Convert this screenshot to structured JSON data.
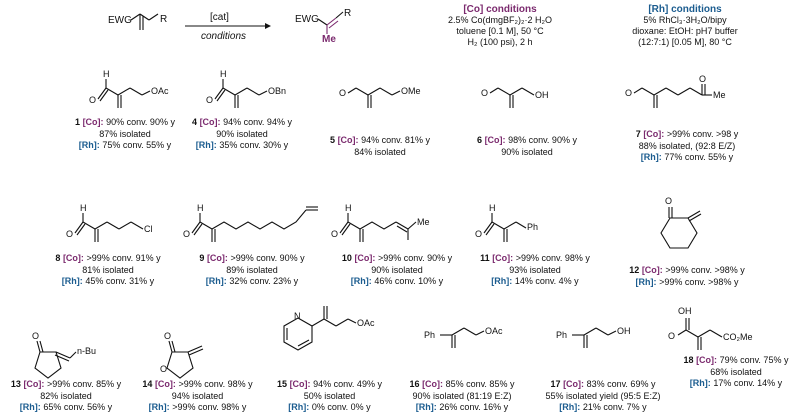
{
  "scheme": {
    "start_ewg": "EWG",
    "start_r": "R",
    "arrow_top": "[cat]",
    "arrow_bottom": "conditions",
    "prod_ewg": "EWG",
    "prod_r": "R",
    "prod_me": "Me"
  },
  "co_conditions": {
    "title": "[Co] conditions",
    "lines": [
      "2.5% Co(dmgBF₂)₂·2 H₂O",
      "toluene [0.1 M], 50 °C",
      "H₂ (100 psi), 2 h"
    ]
  },
  "rh_conditions": {
    "title": "[Rh] conditions",
    "lines": [
      "5% RhCl₃·3H₂O/bipy",
      "dioxane: EtOH: pH7 buffer",
      "(12:7:1) [0.05 M], 80 °C"
    ]
  },
  "colors": {
    "co": "#7b2a6e",
    "rh": "#1b5c8f"
  },
  "atoms": {
    "oac": "OAc",
    "obn": "OBn",
    "ome": "OMe",
    "oh": "OH",
    "me": "Me",
    "cl": "Cl",
    "ph": "Ph",
    "o": "O",
    "h": "H",
    "n": "N",
    "nbu": "n-Bu",
    "co2me": "CO₂Me"
  },
  "compounds": [
    {
      "num": "1",
      "co": "90% conv. 90% y",
      "iso": "87% isolated",
      "rh": "75% conv. 55% y"
    },
    {
      "num": "4",
      "co": "94% conv. 94% y",
      "iso": "90% isolated",
      "rh": "35% conv. 30% y"
    },
    {
      "num": "5",
      "co": "94% conv. 81% y",
      "iso": "84% isolated",
      "rh": ""
    },
    {
      "num": "6",
      "co": "98% conv. 90% y",
      "iso": "90% isolated",
      "rh": ""
    },
    {
      "num": "7",
      "co": ">99% conv. >98 y",
      "iso": "88% isolated, (92:8 E/Z)",
      "rh": "77% conv. 55% y"
    },
    {
      "num": "8",
      "co": ">99% conv. 91% y",
      "iso": "81% isolated",
      "rh": "45% conv. 31% y"
    },
    {
      "num": "9",
      "co": ">99% conv. 90% y",
      "iso": "89% isolated",
      "rh": "32% conv. 23% y"
    },
    {
      "num": "10",
      "co": ">99% conv. 90% y",
      "iso": "90% isolated",
      "rh": "46% conv. 10% y"
    },
    {
      "num": "11",
      "co": ">99% conv. 98% y",
      "iso": "93% isolated",
      "rh": "14% conv. 4% y"
    },
    {
      "num": "12",
      "co": ">99% conv. >98% y",
      "iso": "",
      "rh": ">99% conv. >98% y"
    },
    {
      "num": "13",
      "co": ">99% conv. 85% y",
      "iso": "82% isolated",
      "rh": "65% conv. 56% y"
    },
    {
      "num": "14",
      "co": ">99% conv. 98% y",
      "iso": "94% isolated",
      "rh": ">99% conv. 98% y"
    },
    {
      "num": "15",
      "co": "94% conv. 49% y",
      "iso": "50% isolated",
      "rh": "0% conv. 0% y"
    },
    {
      "num": "16",
      "co": "85% conv. 85% y",
      "iso": "90% isolated (81:19 E:Z)",
      "rh": "26% conv. 16% y"
    },
    {
      "num": "17",
      "co": "83% conv. 69% y",
      "iso": "55% isolated yield (95:5 E:Z)",
      "rh": "21% conv. 7% y"
    },
    {
      "num": "18",
      "co": "79% conv. 75% y",
      "iso": "68% isolated",
      "rh": "17% conv. 14% y"
    }
  ],
  "tags": {
    "co": "[Co]:",
    "rh": "[Rh]:"
  }
}
